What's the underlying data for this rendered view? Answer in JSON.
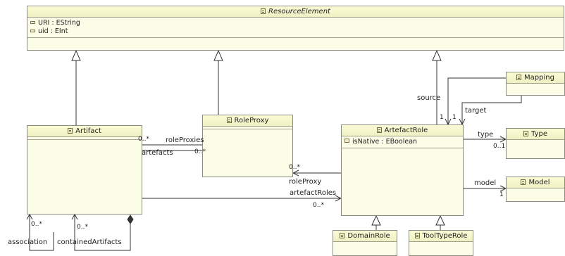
{
  "classes": {
    "resource_element": {
      "name": "ResourceElement",
      "attributes": [
        "URI : EString",
        "uid : EInt"
      ]
    },
    "artifact": {
      "name": "Artifact"
    },
    "role_proxy": {
      "name": "RoleProxy"
    },
    "artefact_role": {
      "name": "ArtefactRole",
      "attributes": [
        "isNative : EBoolean"
      ]
    },
    "mapping": {
      "name": "Mapping"
    },
    "type": {
      "name": "Type"
    },
    "model": {
      "name": "Model"
    },
    "domain_role": {
      "name": "DomainRole"
    },
    "tool_type_role": {
      "name": "ToolTypeRole"
    }
  },
  "associations": {
    "role_proxies": {
      "name": "roleProxies",
      "source_mult": "0..*"
    },
    "artefacts": {
      "name": "artefacts",
      "mult": "0..*"
    },
    "role_proxy_rev": {
      "name": "roleProxy",
      "mult": "0..*"
    },
    "artefact_roles": {
      "name": "artefactRoles",
      "mult": "0..*"
    },
    "source": {
      "name": "source",
      "mult": "1"
    },
    "target": {
      "name": "target",
      "mult": "1"
    },
    "type": {
      "name": "type",
      "mult": "0..1"
    },
    "model": {
      "name": "model",
      "mult": "1"
    },
    "association": {
      "name": "association",
      "mult": "0..*"
    },
    "contained_artifacts": {
      "name": "containedArtifacts",
      "mult": "0..*"
    }
  }
}
